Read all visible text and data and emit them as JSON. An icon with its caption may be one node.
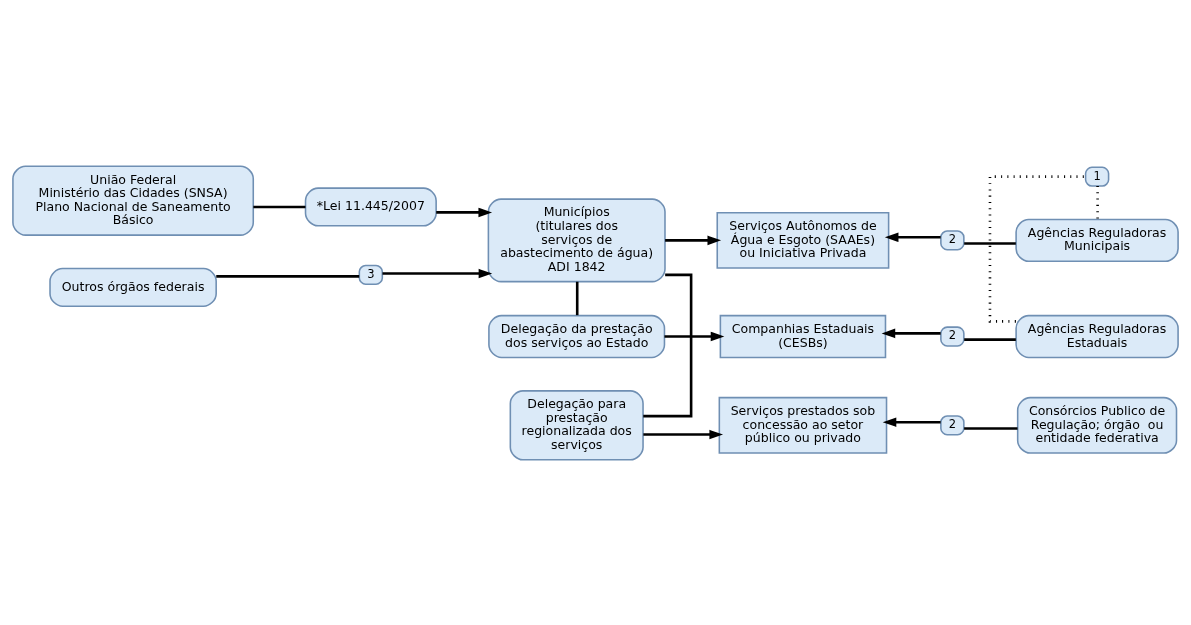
{
  "diagram": {
    "nodes": [
      {
        "text": [
          "União Federal",
          "Ministério das Cidades (SNSA)",
          "Plano Nacional de Saneamento Básico"
        ]
      },
      {
        "text": [
          "*Lei 11.445/2007"
        ]
      },
      {
        "text": [
          "Outros órgãos federais"
        ]
      },
      {
        "text": [
          "3"
        ]
      },
      {
        "text": [
          "Delegação da prestação dos serviços ao Estado"
        ]
      },
      {
        "text": [
          "Municípios",
          "(titulares dos serviços de abastecimento de água)",
          "ADI 1842"
        ]
      },
      {
        "text": [
          "Delegação para prestação regionalizada dos serviços"
        ]
      },
      {
        "text": [
          "Companhias Estaduais (CESBs)"
        ]
      },
      {
        "text": [
          "Serviços Autônomos de Água e Esgoto (SAAEs) ou Iniciativa Privada"
        ]
      },
      {
        "text": [
          "Serviços prestados sob concessão ao setor público ou privado"
        ]
      },
      {
        "text": [
          "Agências Reguladoras Estaduais"
        ]
      },
      {
        "text": [
          "Agências Reguladoras Municipais"
        ]
      },
      {
        "text": [
          "Consórcios Publico de Regulação; órgão  ou entidade federativa"
        ]
      },
      {
        "text": [
          "2"
        ]
      },
      {
        "text": [
          "2"
        ]
      },
      {
        "text": [
          "2"
        ]
      },
      {
        "text": [
          "1"
        ]
      }
    ],
    "edges": [
      {
        "from": 0,
        "to": 1,
        "arrow": "none"
      },
      {
        "from": 1,
        "to": 5,
        "arrow": "to"
      },
      {
        "from": 2,
        "to": 3,
        "arrow": "none"
      },
      {
        "from": 3,
        "to": 5,
        "arrow": "to"
      },
      {
        "from": 4,
        "to": 5,
        "arrow": "none"
      },
      {
        "from": 5,
        "to": 6,
        "arrow": "none"
      },
      {
        "from": 4,
        "to": 7,
        "arrow": "to"
      },
      {
        "from": 5,
        "to": 8,
        "arrow": "to"
      },
      {
        "from": 6,
        "to": 9,
        "arrow": "to"
      },
      {
        "from": 10,
        "to": 13,
        "arrow": "none"
      },
      {
        "from": 13,
        "to": 7,
        "arrow": "to"
      },
      {
        "from": 11,
        "to": 14,
        "arrow": "none"
      },
      {
        "from": 14,
        "to": 8,
        "arrow": "to"
      },
      {
        "from": 12,
        "to": 15,
        "arrow": "none"
      },
      {
        "from": 15,
        "to": 9,
        "arrow": "to"
      },
      {
        "from": 10,
        "to": 16,
        "arrow": "none",
        "style": "dashed"
      },
      {
        "from": 16,
        "to": 11,
        "arrow": "none",
        "style": "dashed"
      }
    ]
  }
}
